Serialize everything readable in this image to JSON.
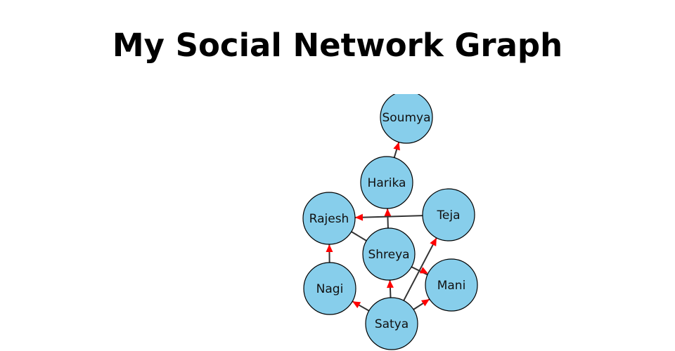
{
  "title": "My Social Network Graph",
  "colors": {
    "node": "#87ceeb",
    "edge": "#333333",
    "arrow": "#ff0000"
  },
  "nodes": [
    {
      "id": "Soumya",
      "label": "Soumya"
    },
    {
      "id": "Harika",
      "label": "Harika"
    },
    {
      "id": "Rajesh",
      "label": "Rajesh"
    },
    {
      "id": "Teja",
      "label": "Teja"
    },
    {
      "id": "Shreya",
      "label": "Shreya"
    },
    {
      "id": "Mani",
      "label": "Mani"
    },
    {
      "id": "Nagi",
      "label": "Nagi"
    },
    {
      "id": "Satya",
      "label": "Satya"
    }
  ],
  "edges": [
    {
      "from": "Harika",
      "to": "Soumya",
      "arrow": true
    },
    {
      "from": "Shreya",
      "to": "Harika",
      "arrow": true
    },
    {
      "from": "Teja",
      "to": "Rajesh",
      "arrow": true
    },
    {
      "from": "Shreya",
      "to": "Rajesh",
      "arrow": false
    },
    {
      "from": "Nagi",
      "to": "Rajesh",
      "arrow": true
    },
    {
      "from": "Satya",
      "to": "Nagi",
      "arrow": true
    },
    {
      "from": "Satya",
      "to": "Shreya",
      "arrow": true
    },
    {
      "from": "Satya",
      "to": "Teja",
      "arrow": true
    },
    {
      "from": "Satya",
      "to": "Mani",
      "arrow": true
    },
    {
      "from": "Shreya",
      "to": "Mani",
      "arrow": true
    }
  ]
}
